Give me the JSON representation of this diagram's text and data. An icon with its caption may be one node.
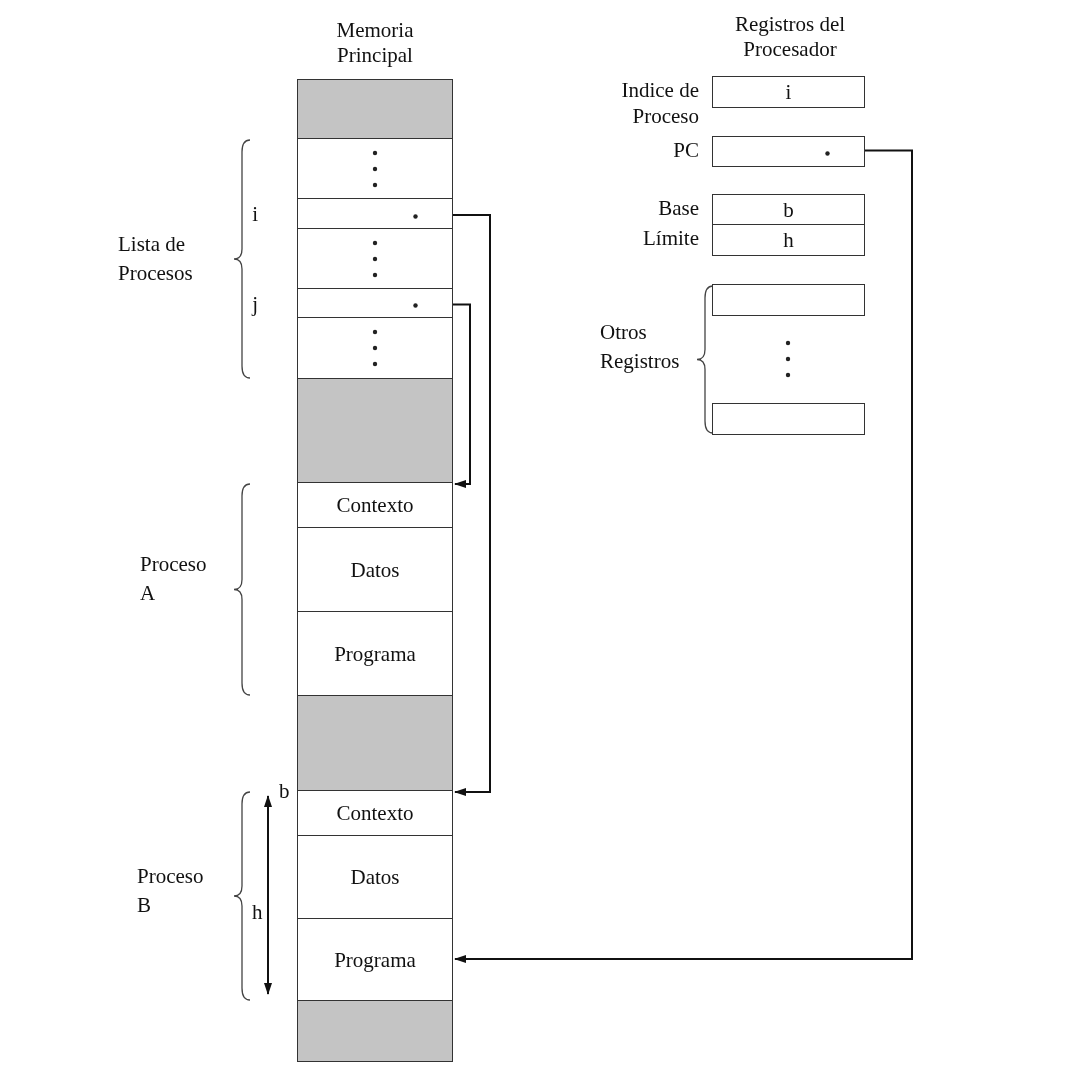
{
  "diagram": {
    "nodes": [
      {
        "text": [
          "Memoria Principal"
        ]
      },
      {
        "text": [],
        "shape": "box",
        "in": 0
      },
      {
        "text": [],
        "shape": "box",
        "in": 0
      },
      {
        "text": [],
        "shape": "box",
        "in": 0,
        "beside": [
          "i"
        ]
      },
      {
        "text": [],
        "shape": "box",
        "in": 0
      },
      {
        "text": [],
        "shape": "box",
        "in": 0,
        "beside": [
          "j"
        ]
      },
      {
        "text": [],
        "shape": "box",
        "in": 0
      },
      {
        "text": [],
        "shape": "box",
        "in": 0
      },
      {
        "text": [
          "Contexto"
        ],
        "in": 0
      },
      {
        "text": [
          "Datos"
        ],
        "in": 0
      },
      {
        "text": [
          "Programa"
        ],
        "in": 0
      },
      {
        "text": [],
        "shape": "box",
        "in": 0
      },
      {
        "text": [
          "Contexto"
        ],
        "in": 0
      },
      {
        "text": [
          "Datos"
        ],
        "in": 0
      },
      {
        "text": [
          "Programa"
        ],
        "in": 0
      },
      {
        "text": [],
        "shape": "box",
        "in": 0
      },
      {
        "text": [
          "i"
        ],
        "beside": [
          "Indice de Proceso"
        ]
      },
      {
        "text": [],
        "shape": "box",
        "beside": [
          "PC"
        ]
      },
      {
        "text": [
          "b"
        ],
        "beside": [
          "Base"
        ]
      },
      {
        "text": [
          "h"
        ],
        "beside": [
          "Límite"
        ]
      },
      {
        "text": [],
        "shape": "box"
      },
      {
        "text": [],
        "shape": "box"
      }
    ],
    "edges": [
      {
        "from": 3,
        "to": 12,
        "arrow": "to"
      },
      {
        "from": 5,
        "to": 8,
        "arrow": "to"
      },
      {
        "from": 17,
        "to": 14,
        "arrow": "to"
      }
    ],
    "labels": [
      "Registros del Procesador",
      "Lista de Procesos",
      "Proceso A",
      "Proceso B",
      "b",
      "h",
      "Otros Registros"
    ]
  }
}
